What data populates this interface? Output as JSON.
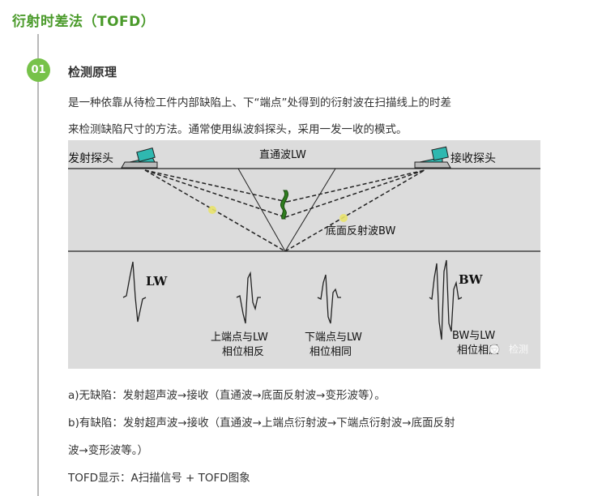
{
  "page_title": "衍射时差法（TOFD）",
  "section": {
    "number": "01",
    "title": "检测原理",
    "intro_line1": "是一种依靠从待检工件内部缺陷上、下“端点”处得到的衍射波在扫描线上的时差",
    "intro_line2": "来检测缺陷尺寸的方法。通常使用纵波斜探头，采用一发一收的模式。"
  },
  "figure": {
    "transmitter_label": "发射探头",
    "receiver_label": "接收探头",
    "lateral_wave_label": "直通波LW",
    "backwall_label": "底面反射波BW",
    "signal_lw": "LW",
    "signal_bw": "BW",
    "upper_tip_line1": "上端点与LW",
    "upper_tip_line2": "相位相反",
    "lower_tip_line1": "下端点与LW",
    "lower_tip_line2": "相位相同",
    "bw_note_line1": "BW与LW",
    "bw_note_line2": "相位相反",
    "watermark": "检测",
    "colors": {
      "background": "#dcdcdc",
      "defect": "#2e7d1e",
      "probe": "#2fb8b0",
      "tip_marker": "#e8e26a"
    }
  },
  "notes": {
    "a": "a)无缺陷：发射超声波→接收（直通波→底面反射波→变形波等）。",
    "b_line1": "b)有缺陷：发射超声波→接收（直通波→上端点衍射波→下端点衍射波→底面反射",
    "b_line2": "波→变形波等。）",
    "display": "TOFD显示：A扫描信号 + TOFD图象"
  }
}
